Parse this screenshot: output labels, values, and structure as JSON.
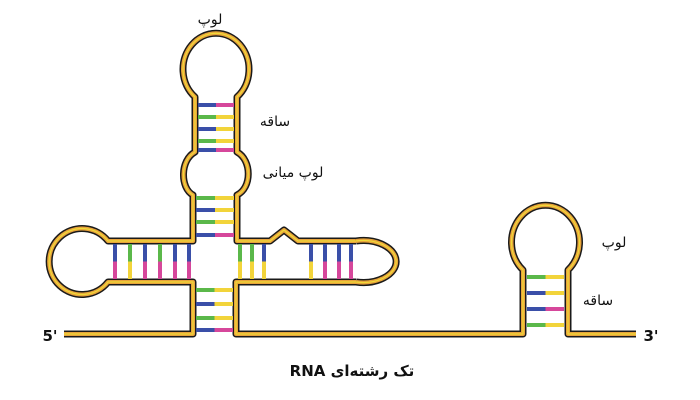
{
  "labels": {
    "top_loop": "لوپ",
    "stem_top": "ساقه",
    "middle_loop": "لوپ میانی",
    "right_loop": "لوپ",
    "right_stem": "ساقه",
    "five_prime": "5'",
    "three_prime": "3'",
    "caption": "RNA تک رشته‌ای"
  },
  "colors": {
    "strand_outer": "#1a1a1a",
    "strand_inner": "#e8a33a",
    "strand_highlight": "#f0e13a",
    "base_blue": "#3a4fa8",
    "base_pink": "#d6479b",
    "base_green": "#5bb84a",
    "base_yellow": "#f2d43a"
  }
}
